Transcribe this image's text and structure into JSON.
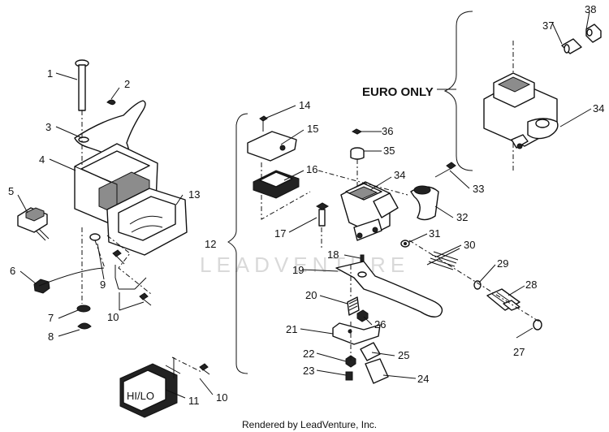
{
  "diagram": {
    "callouts": [
      "1",
      "2",
      "3",
      "4",
      "5",
      "6",
      "7",
      "8",
      "9",
      "10",
      "10",
      "11",
      "12",
      "13",
      "14",
      "15",
      "16",
      "17",
      "18",
      "19",
      "20",
      "21",
      "22",
      "23",
      "24",
      "25",
      "26",
      "27",
      "28",
      "29",
      "30",
      "31",
      "32",
      "33",
      "34",
      "34",
      "35",
      "36",
      "37",
      "38"
    ],
    "euro_label": "EURO ONLY",
    "switch_text": "HI/LO",
    "watermark": "LEADVENTURE",
    "footer": "Rendered by LeadVenture, Inc."
  }
}
